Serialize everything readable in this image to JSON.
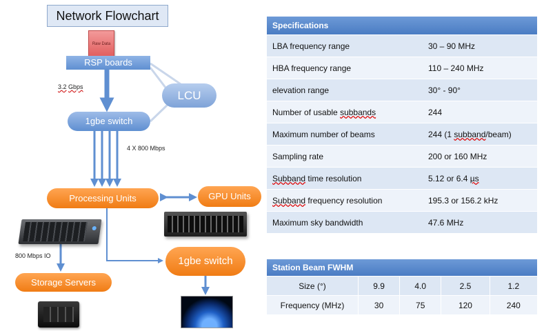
{
  "flowchart": {
    "title": "Network Flowchart",
    "raw_data_label": "Raw Data",
    "rsp_boards": "RSP boards",
    "lcu": "LCU",
    "switch_top": "1gbe switch",
    "processing_units": "Processing Units",
    "gpu_units": "GPU Units",
    "storage_servers": "Storage Servers",
    "switch_bottom": "1gbe switch",
    "rate_rsp_value": "3.2",
    "rate_rsp_unit": "Gbps",
    "rate_switch": "4 X 800 Mbps",
    "rate_storage": "800 Mbps IO",
    "colors": {
      "blue_node": "#5f8fd1",
      "orange_node": "#f07c14",
      "arrow": "#5f8fd1"
    },
    "icons": [
      "raw-data-icon",
      "server-rack-icon",
      "gpu-rack-icon",
      "nas-icon",
      "earth-icon"
    ]
  },
  "specifications": {
    "header": "Specifications",
    "rows": [
      {
        "label": "LBA frequency range",
        "value": "30 – 90 MHz"
      },
      {
        "label": "HBA frequency range",
        "value": "110 – 240 MHz"
      },
      {
        "label": "elevation range",
        "value": "30° - 90°"
      },
      {
        "label_pre": "Number of usable ",
        "label_wavy": "subbands",
        "label_post": "",
        "value": "244"
      },
      {
        "label": "Maximum number of beams",
        "value_pre": "244 (1 ",
        "value_wavy": "subband",
        "value_post": "/beam)"
      },
      {
        "label": "Sampling rate",
        "value": "200 or 160 MHz"
      },
      {
        "label_pre": "",
        "label_wavy": "Subband",
        "label_post": " time resolution",
        "value_pre": "5.12 or 6.4 ",
        "value_wavy": "µs",
        "value_post": ""
      },
      {
        "label_pre": "",
        "label_wavy": "Subband",
        "label_post": " frequency resolution",
        "value": "195.3 or 156.2 kHz"
      },
      {
        "label": "Maximum sky bandwidth",
        "value": "47.6 MHz"
      }
    ]
  },
  "station_beam": {
    "header": "Station Beam FWHM",
    "rows": [
      {
        "label": "Size (°)",
        "values": [
          "9.9",
          "4.0",
          "2.5",
          "1.2"
        ]
      },
      {
        "label": "Frequency (MHz)",
        "values": [
          "30",
          "75",
          "120",
          "240"
        ]
      }
    ]
  }
}
